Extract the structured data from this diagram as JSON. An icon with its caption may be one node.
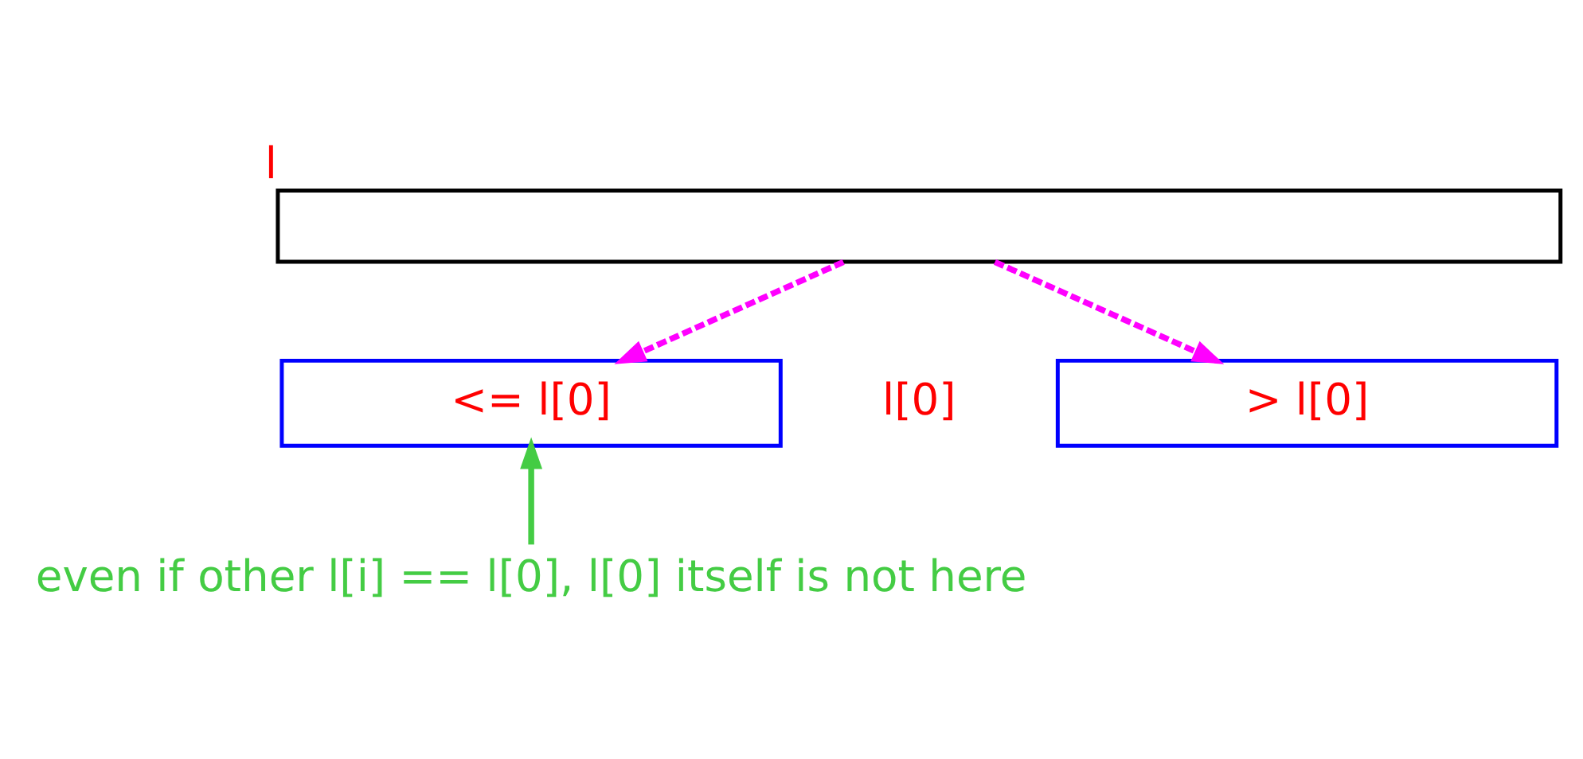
{
  "diagram": {
    "nodes": [
      {
        "text": [],
        "shape": "box",
        "beside": [
          "l"
        ]
      },
      {
        "text": [
          "<= l[0]"
        ]
      },
      {
        "text": [
          "> l[0]"
        ]
      },
      {
        "text": [
          "even if other l[i] == l[0], l[0] itself is not here"
        ]
      }
    ],
    "edges": [
      {
        "from": 0,
        "to": 1,
        "arrow": "to",
        "style": "dashed"
      },
      {
        "from": 0,
        "to": 2,
        "arrow": "to",
        "style": "dashed"
      },
      {
        "from": 3,
        "to": 1,
        "arrow": "to",
        "color": "#44cc44"
      }
    ],
    "labels": [
      "l[0]"
    ]
  }
}
